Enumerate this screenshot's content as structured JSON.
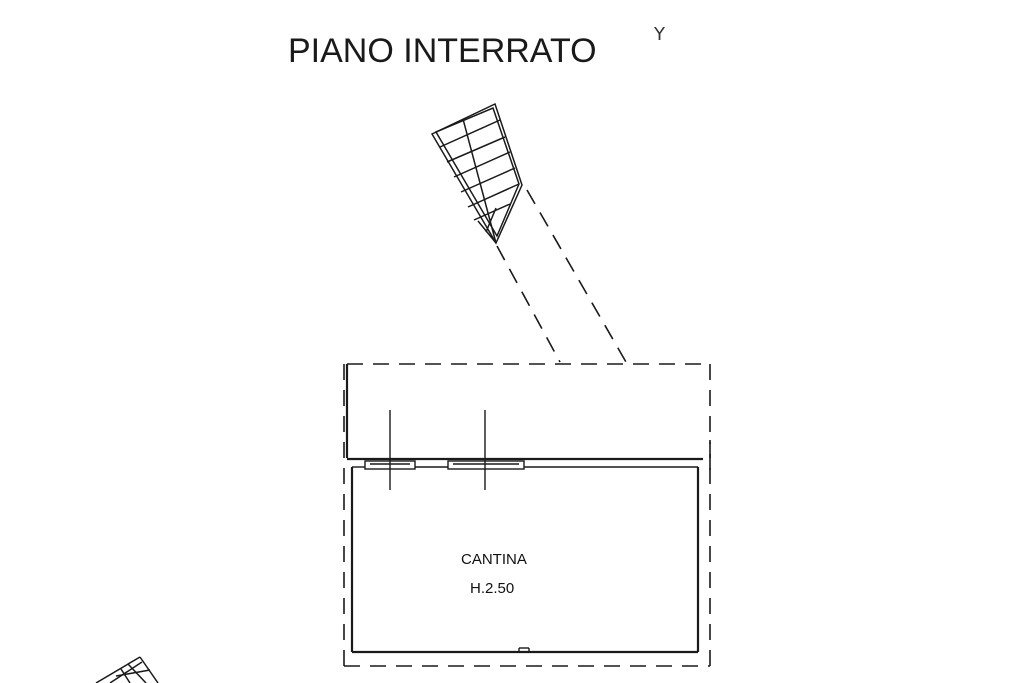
{
  "plan": {
    "title": "PIANO INTERRATO",
    "corner_mark": "Y",
    "room": {
      "name": "CANTINA",
      "height": "H.2.50"
    }
  }
}
